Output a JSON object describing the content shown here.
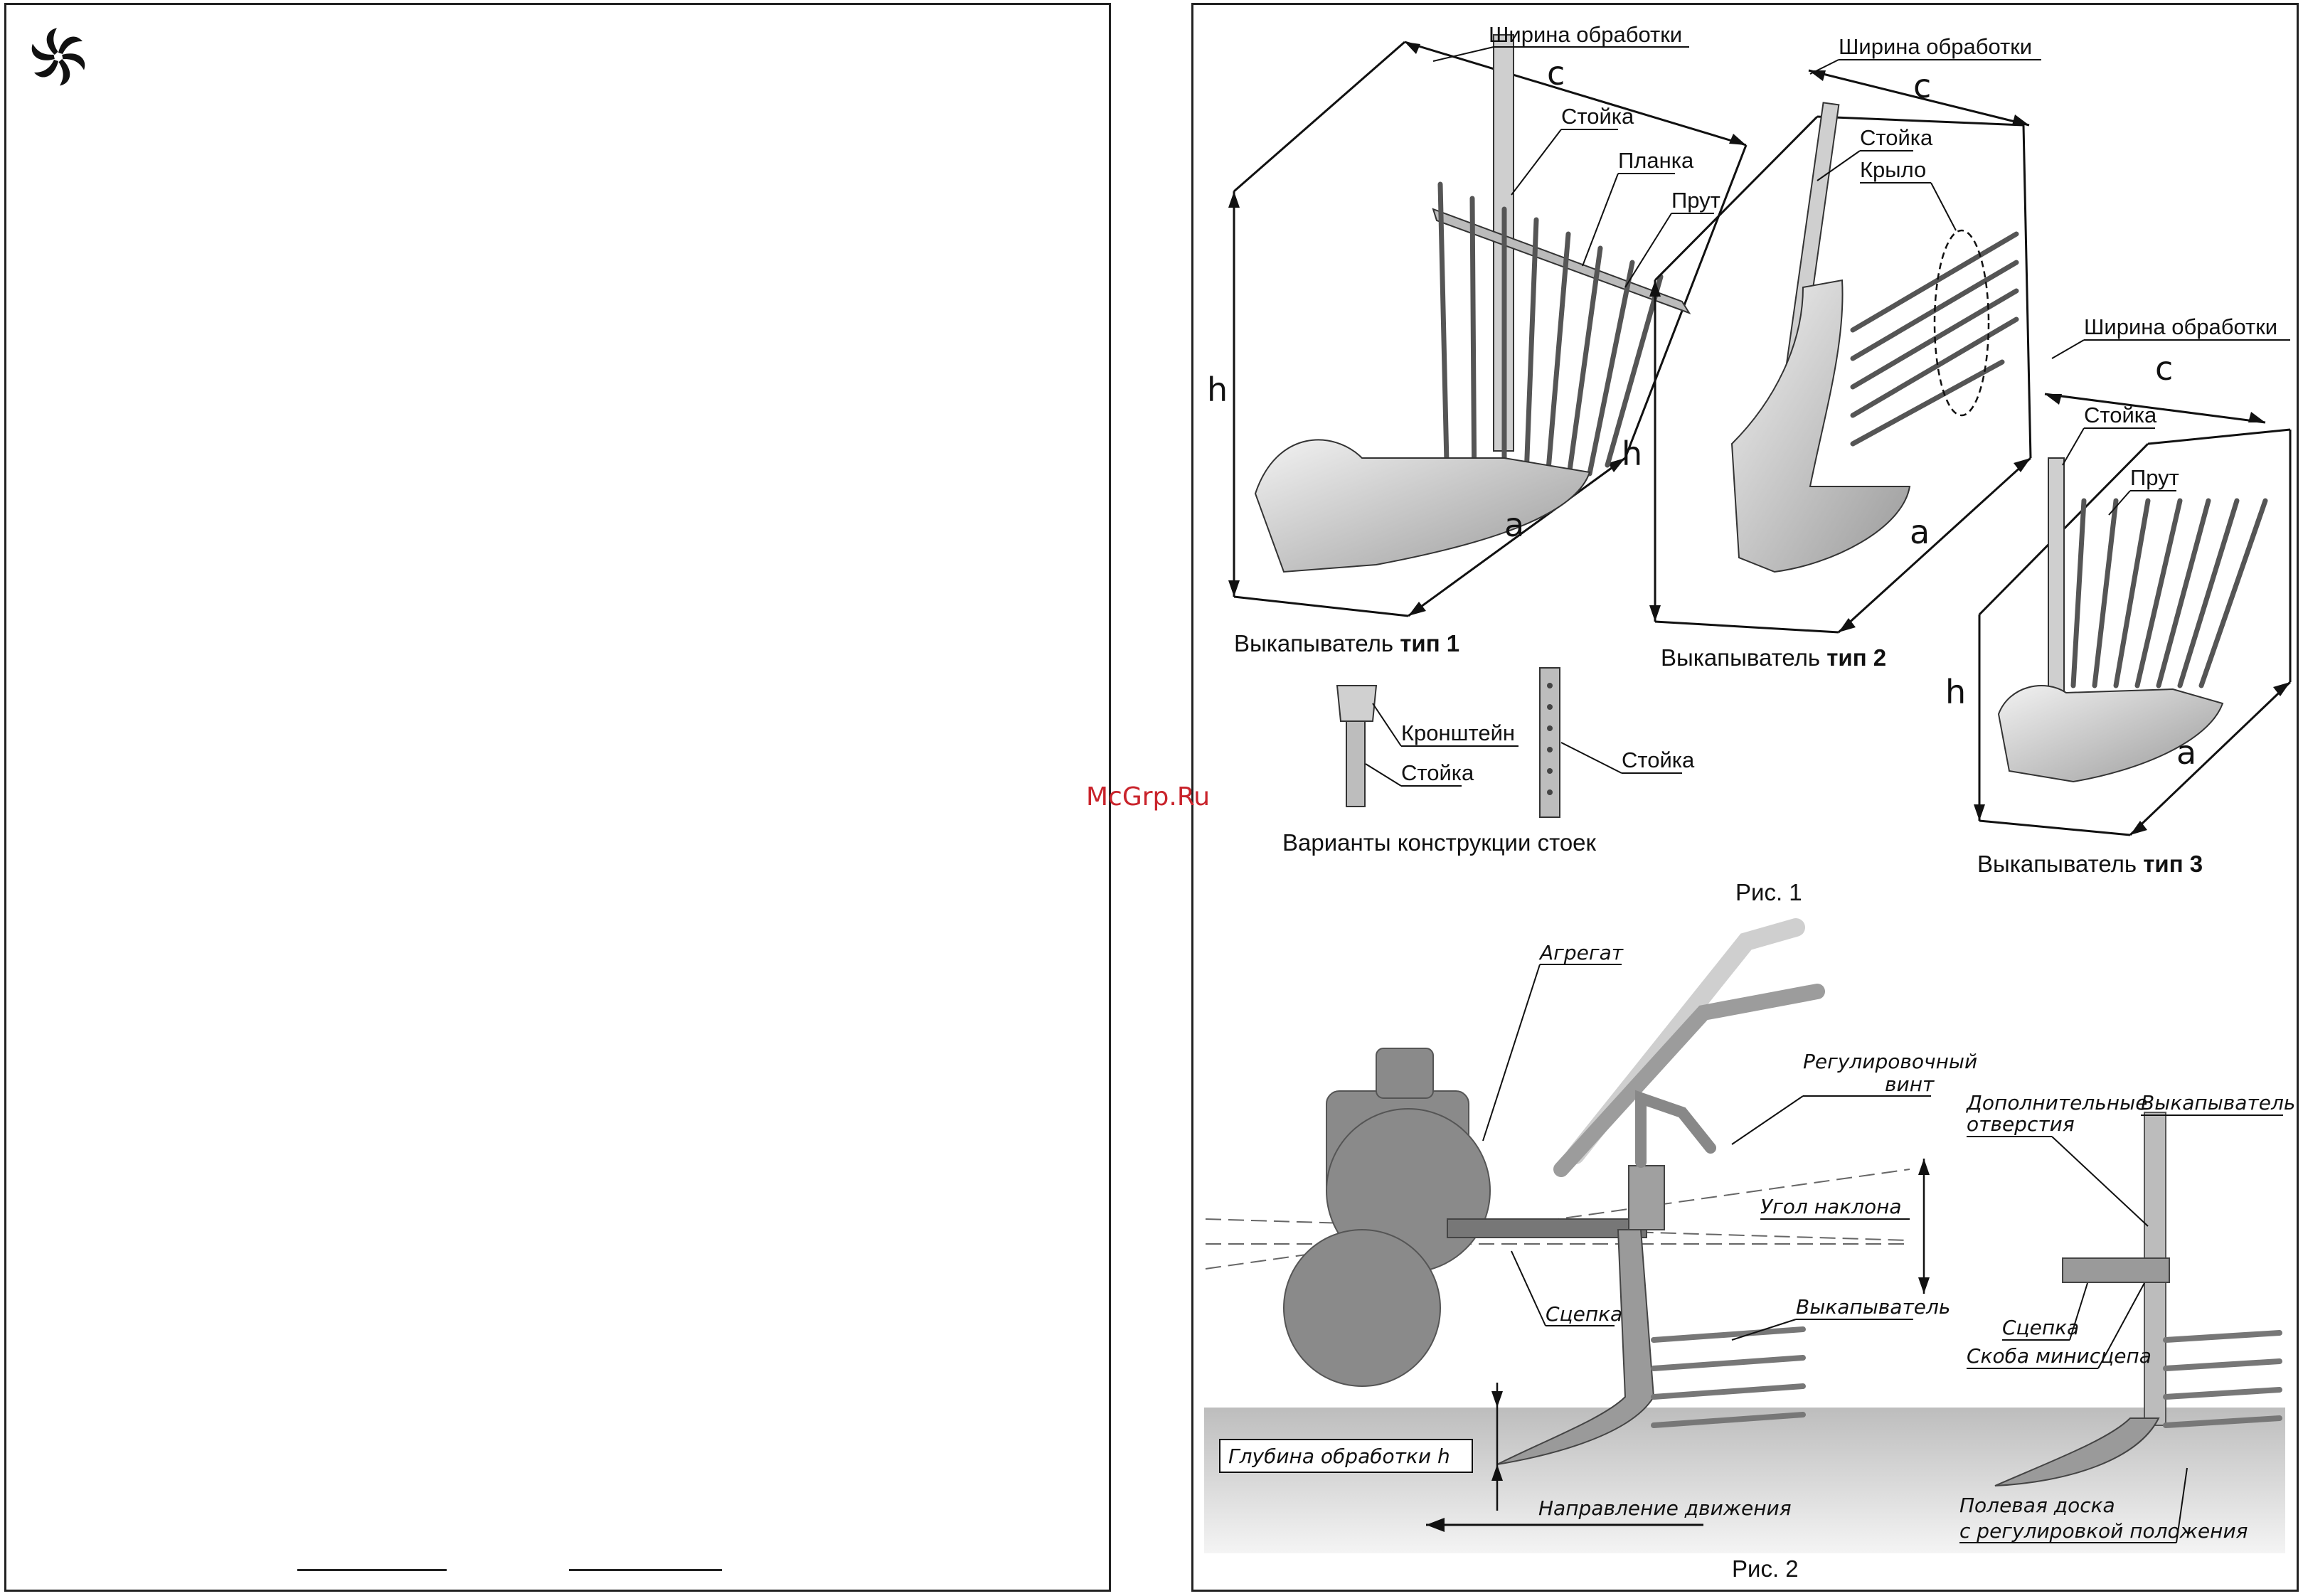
{
  "watermark": "McGrp.Ru",
  "fig1": {
    "caption": "Рис. 1",
    "type1": {
      "caption_prefix": "Выкапыватель ",
      "caption_bold": "тип 1",
      "width_label": "Ширина обработки",
      "dim_c": "c",
      "dim_h": "h",
      "dim_a": "a",
      "part_stoika": "Стойка",
      "part_planka": "Планка",
      "part_prut": "Прут"
    },
    "type2": {
      "caption_prefix": "Выкапыватель ",
      "caption_bold": "тип 2",
      "width_label": "Ширина обработки",
      "dim_c": "c",
      "dim_h": "h",
      "dim_a": "a",
      "part_stoika": "Стойка",
      "part_krylo": "Крыло"
    },
    "type3": {
      "caption_prefix": "Выкапыватель ",
      "caption_bold": "тип 3",
      "width_label": "Ширина обработки",
      "dim_c": "c",
      "dim_h": "h",
      "dim_a": "a",
      "part_stoika": "Стойка",
      "part_prut": "Прут"
    },
    "post_variants": {
      "caption": "Варианты конструкции стоек",
      "kronshtein": "Кронштейн",
      "stoika_a": "Стойка",
      "stoika_b": "Стойка"
    }
  },
  "fig2": {
    "caption": "Рис. 2",
    "agregat": "Агрегат",
    "reg_vint_1": "Регулировочный",
    "reg_vint_2": "винт",
    "ugol": "Угол наклона",
    "scepka_left": "Сцепка",
    "vykap_left": "Выкапыватель",
    "glubina": "Глубина обработки h",
    "napravlenie": "Направление движения",
    "dop_1": "Дополнительные",
    "dop_2": "отверстия",
    "vykap_right": "Выкапыватель",
    "scepka_right": "Сцепка",
    "skoba": "Скоба минисцепа",
    "polevaya_1": "Полевая доска",
    "polevaya_2": "с регулировкой положения"
  },
  "colors": {
    "metal_light": "#d8d8d8",
    "metal_mid": "#a9a9a9",
    "machine": "#8a8a8a",
    "ink": "#111111",
    "watermark": "#c9232b"
  }
}
